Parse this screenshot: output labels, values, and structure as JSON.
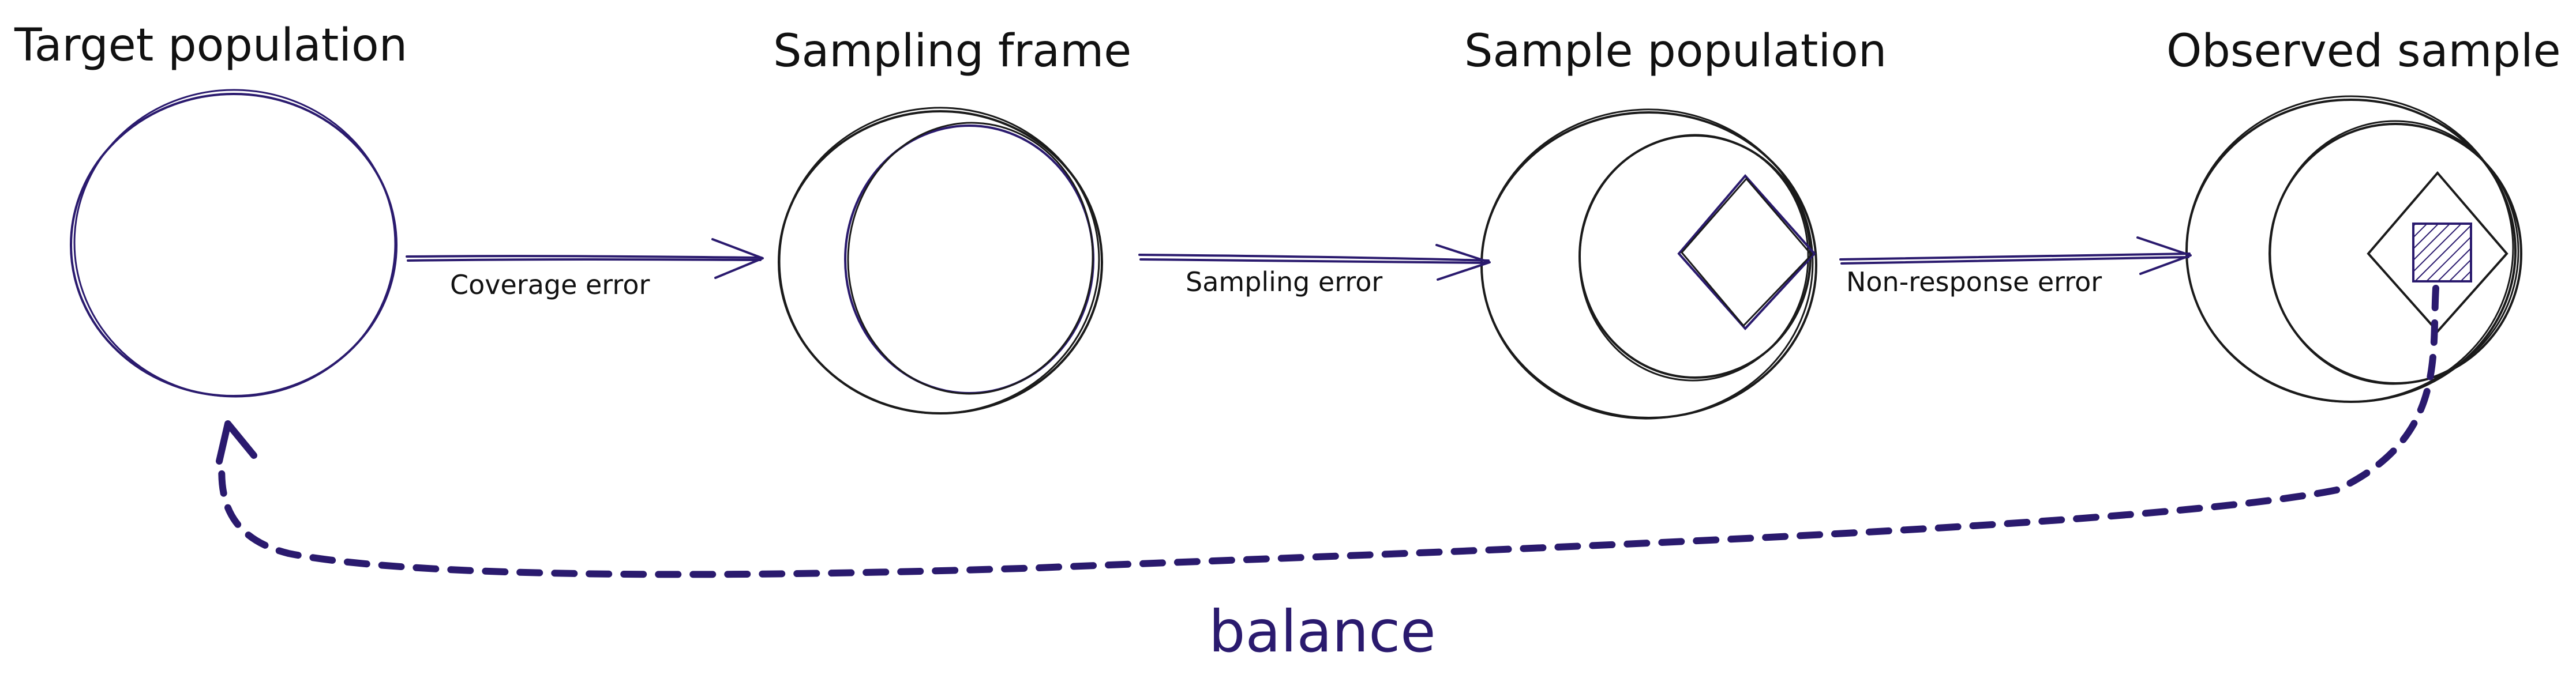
{
  "colors": {
    "accent": "#2a1a6e",
    "ink": "#1a1a1a",
    "background": "#ffffff"
  },
  "stages": [
    {
      "title": "Target population"
    },
    {
      "title": "Sampling frame"
    },
    {
      "title": "Sample population"
    },
    {
      "title": "Observed sample"
    }
  ],
  "edges": [
    {
      "label": "Coverage error"
    },
    {
      "label": "Sampling error"
    },
    {
      "label": "Non-response error"
    }
  ],
  "feedback": {
    "label": "balance"
  }
}
